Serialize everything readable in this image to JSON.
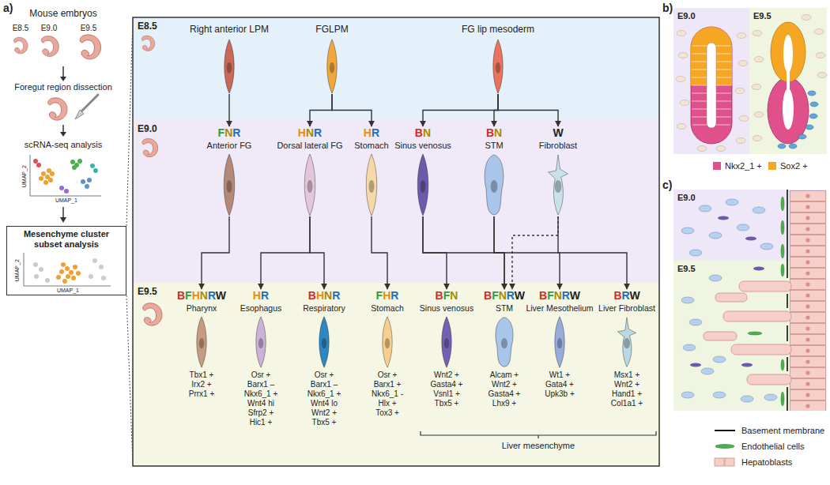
{
  "diagram": {
    "nodes": [
      {
        "text": [
          "Mesenchyme cluster subset analysis"
        ]
      },
      {
        "text": [
          "E8.5"
        ]
      },
      {
        "text": [
          "Right anterior LPM"
        ],
        "in": 1
      },
      {
        "text": [
          "FGLPM"
        ],
        "in": 1
      },
      {
        "text": [
          "FG lip mesoderm"
        ],
        "in": 1
      },
      {
        "text": [
          "E9.0"
        ]
      },
      {
        "text": [
          "FNR",
          "Anterior FG"
        ],
        "in": 5
      },
      {
        "text": [
          "HNR",
          "Dorsal lateral FG"
        ],
        "in": 5
      },
      {
        "text": [
          "HR",
          "Stomach"
        ],
        "in": 5
      },
      {
        "text": [
          "BN",
          "Sinus venosus"
        ],
        "in": 5
      },
      {
        "text": [
          "BN",
          "STM"
        ],
        "in": 5
      },
      {
        "text": [
          "W",
          "Fibroblast"
        ],
        "in": 5
      },
      {
        "text": [
          "E9.5"
        ]
      },
      {
        "text": [
          "BFHNRW",
          "Pharynx",
          "Tbx1 +",
          "Irx2 +",
          "Prrx1 +"
        ],
        "in": 12
      },
      {
        "text": [
          "HR",
          "Esophagus",
          "Osr +",
          "Barx1 –",
          "Nkx6_1 +",
          "Wnt4 hi",
          "Sfrp2 +",
          "Hic1 +"
        ],
        "in": 12
      },
      {
        "text": [
          "BHNR",
          "Respiratory",
          "Osr +",
          "Barx1 –",
          "Nkx6_1 +",
          "Wnt4 lo",
          "Wnt2 +",
          "Tbx5 +"
        ],
        "in": 12
      },
      {
        "text": [
          "FHR",
          "Stomach",
          "Osr +",
          "Barx1 +",
          "Nkx6_1 -",
          "Hlx +",
          "Tox3 +"
        ],
        "in": 12
      },
      {
        "text": [
          "BFN",
          "Sinus venosus",
          "Wnt2 +",
          "Gasta4 +",
          "Vsnl1 +",
          "Tbx5 +"
        ],
        "in": 12
      },
      {
        "text": [
          "BFNRW",
          "STM",
          "Alcam +",
          "Wnt2 +",
          "Gasta4 +",
          "Lhx9 +"
        ],
        "in": 12
      },
      {
        "text": [
          "BFNRW",
          "Liver Mesothelium",
          "Wt1 +",
          "Gata4 +",
          "Upk3b +"
        ],
        "in": 12
      },
      {
        "text": [
          "BRW",
          "Liver Fibroblast",
          "Msx1 +",
          "Wnt2 +",
          "Hand1 +",
          "Col1a1 +"
        ],
        "in": 12
      },
      {
        "text": [
          "E9.0"
        ]
      },
      {
        "text": [
          "E9.5"
        ]
      },
      {
        "text": [
          "E9.0"
        ]
      },
      {
        "text": [
          "E9.5"
        ]
      }
    ],
    "edges": [
      {
        "from": 2,
        "to": 6,
        "arrow": "to"
      },
      {
        "from": 3,
        "to": 7,
        "arrow": "to"
      },
      {
        "from": 3,
        "to": 8,
        "arrow": "to"
      },
      {
        "from": 4,
        "to": 9,
        "arrow": "to"
      },
      {
        "from": 4,
        "to": 10,
        "arrow": "to"
      },
      {
        "from": 4,
        "to": 11,
        "arrow": "to"
      },
      {
        "from": 6,
        "to": 13,
        "arrow": "to"
      },
      {
        "from": 7,
        "to": 14,
        "arrow": "to"
      },
      {
        "from": 7,
        "to": 15,
        "arrow": "to"
      },
      {
        "from": 8,
        "to": 16,
        "arrow": "to"
      },
      {
        "from": 9,
        "to": 17,
        "arrow": "to"
      },
      {
        "from": 9,
        "to": 18,
        "arrow": "to"
      },
      {
        "from": 10,
        "to": 18,
        "arrow": "to"
      },
      {
        "from": 10,
        "to": 19,
        "arrow": "to"
      },
      {
        "from": 11,
        "to": 20,
        "arrow": "to"
      },
      {
        "from": 11,
        "to": 18,
        "arrow": "to"
      }
    ],
    "labels": [
      "a)",
      "Mouse embryos",
      "E8.5",
      "E9.0",
      "E9.5",
      "Foregut region dissection",
      "scRNA-seq analysis",
      "UMAP_2",
      "UMAP_1",
      "UMAP_2",
      "UMAP_1",
      "Liver mesenchyme",
      "b)",
      "c)"
    ],
    "legend": [
      {
        "text": "Nkx2_1 +",
        "color": "#e0508a"
      },
      {
        "text": "Sox2 +",
        "color": "#f5a623"
      },
      {
        "text": "Basement membrane"
      },
      {
        "text": "Endothelial cells"
      },
      {
        "text": "Hepatoblasts"
      }
    ]
  }
}
